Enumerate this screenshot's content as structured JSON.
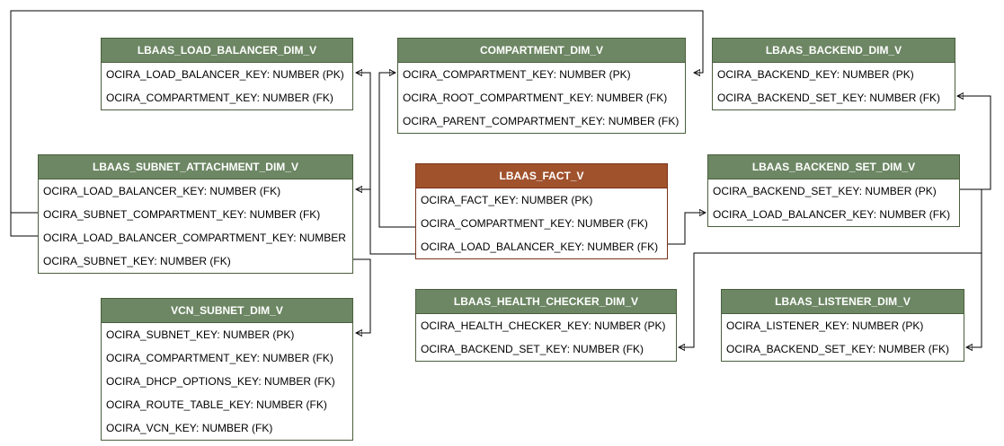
{
  "entities": [
    {
      "id": "lbaas-load-balancer-dim-v",
      "title": "LBAAS_LOAD_BALANCER_DIM_V",
      "style": "dim",
      "rows": [
        "OCIRA_LOAD_BALANCER_KEY: NUMBER (PK)",
        "OCIRA_COMPARTMENT_KEY: NUMBER (FK)"
      ]
    },
    {
      "id": "compartment-dim-v",
      "title": "COMPARTMENT_DIM_V",
      "style": "dim",
      "rows": [
        "OCIRA_COMPARTMENT_KEY: NUMBER (PK)",
        "OCIRA_ROOT_COMPARTMENT_KEY: NUMBER (FK)",
        "OCIRA_PARENT_COMPARTMENT_KEY: NUMBER (FK)"
      ]
    },
    {
      "id": "lbaas-backend-dim-v",
      "title": "LBAAS_BACKEND_DIM_V",
      "style": "dim",
      "rows": [
        "OCIRA_BACKEND_KEY: NUMBER (PK)",
        "OCIRA_BACKEND_SET_KEY: NUMBER (FK)"
      ]
    },
    {
      "id": "lbaas-subnet-attachment-dim-v",
      "title": "LBAAS_SUBNET_ATTACHMENT_DIM_V",
      "style": "dim",
      "rows": [
        "OCIRA_LOAD_BALANCER_KEY: NUMBER (FK)",
        "OCIRA_SUBNET_COMPARTMENT_KEY: NUMBER (FK)",
        "OCIRA_LOAD_BALANCER_COMPARTMENT_KEY: NUMBER",
        "OCIRA_SUBNET_KEY: NUMBER (FK)"
      ]
    },
    {
      "id": "lbaas-fact-v",
      "title": "LBAAS_FACT_V",
      "style": "fact",
      "rows": [
        "OCIRA_FACT_KEY: NUMBER (PK)",
        "OCIRA_COMPARTMENT_KEY: NUMBER (FK)",
        "OCIRA_LOAD_BALANCER_KEY: NUMBER (FK)"
      ]
    },
    {
      "id": "lbaas-backend-set-dim-v",
      "title": "LBAAS_BACKEND_SET_DIM_V",
      "style": "dim",
      "rows": [
        "OCIRA_BACKEND_SET_KEY: NUMBER (PK)",
        "OCIRA_LOAD_BALANCER_KEY: NUMBER (FK)"
      ]
    },
    {
      "id": "vcn-subnet-dim-v",
      "title": "VCN_SUBNET_DIM_V",
      "style": "dim",
      "rows": [
        "OCIRA_SUBNET_KEY: NUMBER (PK)",
        "OCIRA_COMPARTMENT_KEY: NUMBER (FK)",
        "OCIRA_DHCP_OPTIONS_KEY: NUMBER (FK)",
        "OCIRA_ROUTE_TABLE_KEY: NUMBER (FK)",
        "OCIRA_VCN_KEY: NUMBER (FK)"
      ]
    },
    {
      "id": "lbaas-health-checker-dim-v",
      "title": "LBAAS_HEALTH_CHECKER_DIM_V",
      "style": "dim",
      "rows": [
        "OCIRA_HEALTH_CHECKER_KEY: NUMBER (PK)",
        "OCIRA_BACKEND_SET_KEY: NUMBER (FK)"
      ]
    },
    {
      "id": "lbaas-listener-dim-v",
      "title": "LBAAS_LISTENER_DIM_V",
      "style": "dim",
      "rows": [
        "OCIRA_LISTENER_KEY: NUMBER (PK)",
        "OCIRA_BACKEND_SET_KEY: NUMBER (FK)"
      ]
    }
  ]
}
